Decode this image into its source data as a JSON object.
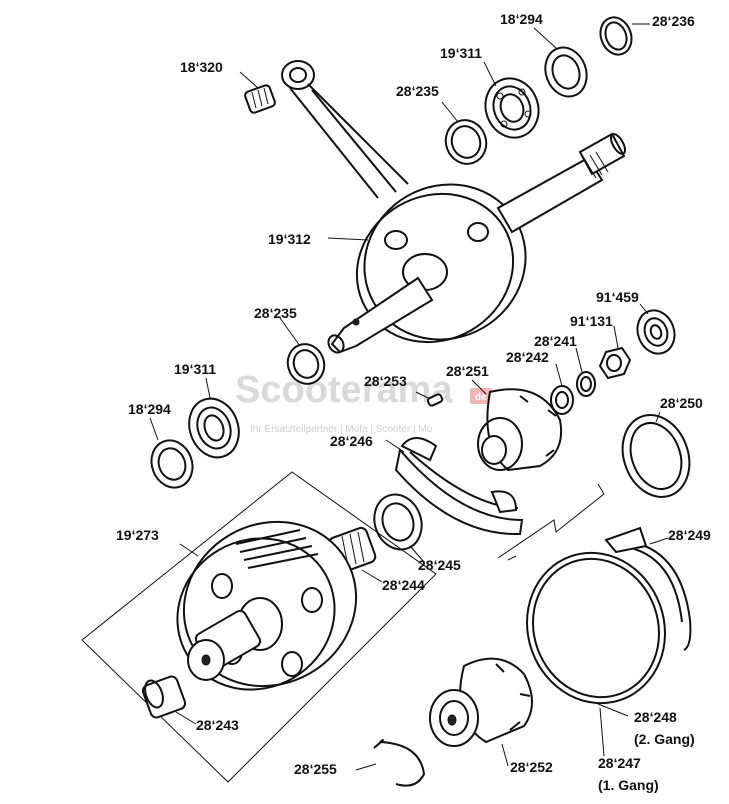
{
  "watermark": {
    "brand": "Scooterama",
    "tagline": "Ihr Ersatzteilpartner | Mofa | Scooter | Mo",
    "badge": "de"
  },
  "parts": [
    {
      "id": "18_320",
      "label": "18‘320"
    },
    {
      "id": "18_294_top",
      "label": "18‘294"
    },
    {
      "id": "28_236",
      "label": "28‘236"
    },
    {
      "id": "19_311_top",
      "label": "19‘311"
    },
    {
      "id": "28_235_top",
      "label": "28‘235"
    },
    {
      "id": "19_312",
      "label": "19‘312"
    },
    {
      "id": "91_459",
      "label": "91‘459"
    },
    {
      "id": "91_131",
      "label": "91‘131"
    },
    {
      "id": "28_241",
      "label": "28‘241"
    },
    {
      "id": "28_235_mid",
      "label": "28‘235"
    },
    {
      "id": "28_242",
      "label": "28‘242"
    },
    {
      "id": "19_311_mid",
      "label": "19‘311"
    },
    {
      "id": "28_253",
      "label": "28‘253"
    },
    {
      "id": "28_251",
      "label": "28‘251"
    },
    {
      "id": "28_250",
      "label": "28‘250"
    },
    {
      "id": "18_294_mid",
      "label": "18‘294"
    },
    {
      "id": "28_246",
      "label": "28‘246"
    },
    {
      "id": "19_273",
      "label": "19‘273"
    },
    {
      "id": "28_249",
      "label": "28‘249"
    },
    {
      "id": "28_245",
      "label": "28‘245"
    },
    {
      "id": "28_244",
      "label": "28‘244"
    },
    {
      "id": "28_243",
      "label": "28‘243"
    },
    {
      "id": "28_248",
      "label": "28‘248"
    },
    {
      "id": "28_248_note",
      "label": "(2. Gang)"
    },
    {
      "id": "28_247",
      "label": "28‘247"
    },
    {
      "id": "28_247_note",
      "label": "(1. Gang)"
    },
    {
      "id": "28_255",
      "label": "28‘255"
    },
    {
      "id": "28_252",
      "label": "28‘252"
    }
  ]
}
